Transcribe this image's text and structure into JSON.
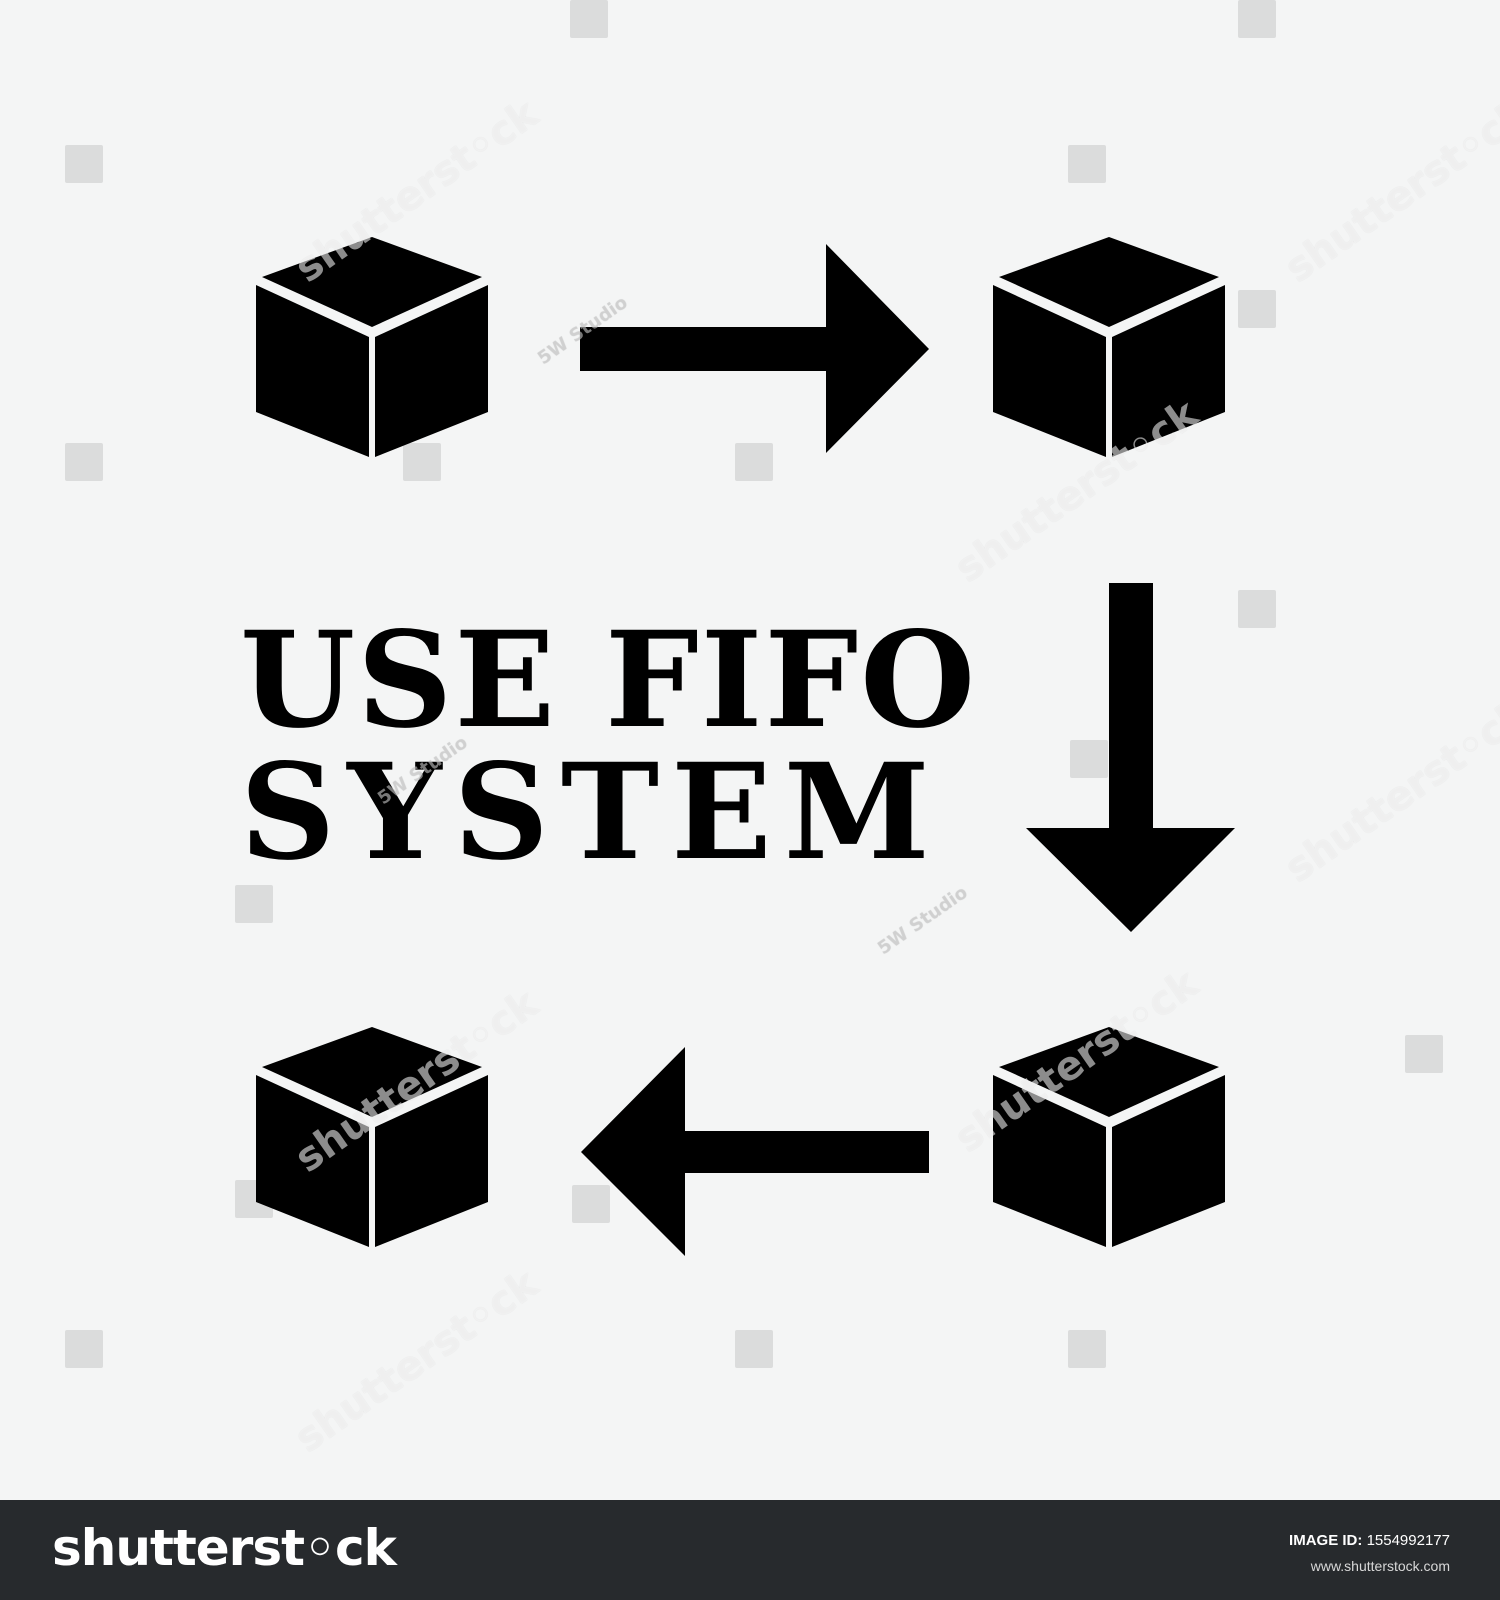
{
  "headline": {
    "line1": "USE FIFO",
    "line2": "SYSTEM"
  },
  "watermark": {
    "brand": "shutterst◦ck",
    "studio": "5W Studio"
  },
  "footer": {
    "brand": "shutterst◦ck",
    "image_id_label": "IMAGE ID:",
    "image_id_value": "1554992177",
    "site": "www.shutterstock.com"
  },
  "icons": {
    "box": "box-icon",
    "arrow_right": "arrow-right-icon",
    "arrow_down": "arrow-down-icon",
    "arrow_left": "arrow-left-icon"
  },
  "colors": {
    "background": "#f4f5f5",
    "ink": "#000000",
    "footer": "#272a2d"
  }
}
